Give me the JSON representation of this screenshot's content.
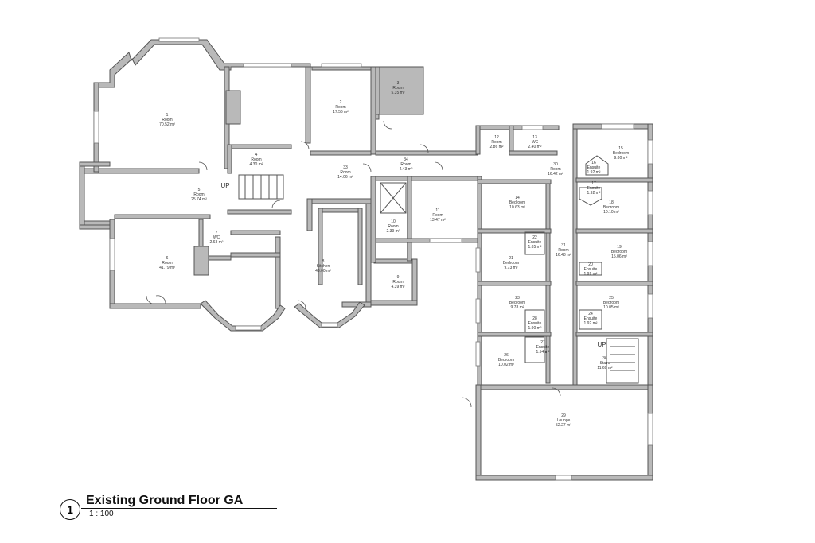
{
  "drawing": {
    "title": "Existing Ground Floor GA",
    "scale": "1 : 100",
    "callout": "1"
  },
  "rooms": [
    {
      "id": "r1",
      "num": "1",
      "name": "Room",
      "area": "70.52 m²"
    },
    {
      "id": "r2",
      "num": "2",
      "name": "Room",
      "area": "17.56 m²"
    },
    {
      "id": "r3",
      "num": "3",
      "name": "Room",
      "area": "5.35 m²"
    },
    {
      "id": "r4",
      "num": "4",
      "name": "Room",
      "area": "4.30 m²"
    },
    {
      "id": "r5",
      "num": "5",
      "name": "Room",
      "area": "25.74 m²"
    },
    {
      "id": "r6",
      "num": "6",
      "name": "Room",
      "area": "41.79 m²"
    },
    {
      "id": "r7",
      "num": "7",
      "name": "WC",
      "area": "2.63 m²"
    },
    {
      "id": "r8",
      "num": "8",
      "name": "Kitchen",
      "area": "43.00 m²"
    },
    {
      "id": "r9",
      "num": "9",
      "name": "Room",
      "area": "4.39 m²"
    },
    {
      "id": "r10",
      "num": "10",
      "name": "Room",
      "area": "2.39 m²"
    },
    {
      "id": "r11",
      "num": "11",
      "name": "Room",
      "area": "13.47 m²"
    },
    {
      "id": "r12",
      "num": "12",
      "name": "Room",
      "area": "2.86 m²"
    },
    {
      "id": "r13",
      "num": "13",
      "name": "WC",
      "area": "2.40 m²"
    },
    {
      "id": "r14",
      "num": "14",
      "name": "Bedroom",
      "area": "10.63 m²"
    },
    {
      "id": "r15",
      "num": "15",
      "name": "Bedroom",
      "area": "9.80 m²"
    },
    {
      "id": "r16",
      "num": "16",
      "name": "Ensuite",
      "area": "1.92 m²"
    },
    {
      "id": "r17",
      "num": "17",
      "name": "Ensuite",
      "area": "1.92 m²"
    },
    {
      "id": "r18",
      "num": "18",
      "name": "Bedroom",
      "area": "10.10 m²"
    },
    {
      "id": "r19",
      "num": "19",
      "name": "Bedroom",
      "area": "15.06 m²"
    },
    {
      "id": "r20",
      "num": "20",
      "name": "Ensuite",
      "area": "1.92 m²"
    },
    {
      "id": "r21",
      "num": "21",
      "name": "Bedroom",
      "area": "9.73 m²"
    },
    {
      "id": "r22",
      "num": "22",
      "name": "Ensuite",
      "area": "1.65 m²"
    },
    {
      "id": "r23",
      "num": "23",
      "name": "Bedroom",
      "area": "9.78 m²"
    },
    {
      "id": "r24",
      "num": "24",
      "name": "Ensuite",
      "area": "1.92 m²"
    },
    {
      "id": "r25",
      "num": "25",
      "name": "Bedroom",
      "area": "10.05 m²"
    },
    {
      "id": "r26",
      "num": "26",
      "name": "Bedroom",
      "area": "10.02 m²"
    },
    {
      "id": "r27",
      "num": "27",
      "name": "Ensuite",
      "area": "1.54 m²"
    },
    {
      "id": "r28",
      "num": "28",
      "name": "Ensuite",
      "area": "1.90 m²"
    },
    {
      "id": "r29",
      "num": "29",
      "name": "Lounge",
      "area": "52.27 m²"
    },
    {
      "id": "r30",
      "num": "30",
      "name": "Room",
      "area": "16.42 m²"
    },
    {
      "id": "r31",
      "num": "31",
      "name": "Room",
      "area": "16.48 m²"
    },
    {
      "id": "r33",
      "num": "33",
      "name": "Room",
      "area": "14.06 m²"
    },
    {
      "id": "r34",
      "num": "34",
      "name": "Room",
      "area": "4.43 m²"
    },
    {
      "id": "r36",
      "num": "36",
      "name": "Stairs",
      "area": "11.69 m²"
    }
  ],
  "stair_labels": {
    "up_left": "UP",
    "up_right": "UP"
  }
}
